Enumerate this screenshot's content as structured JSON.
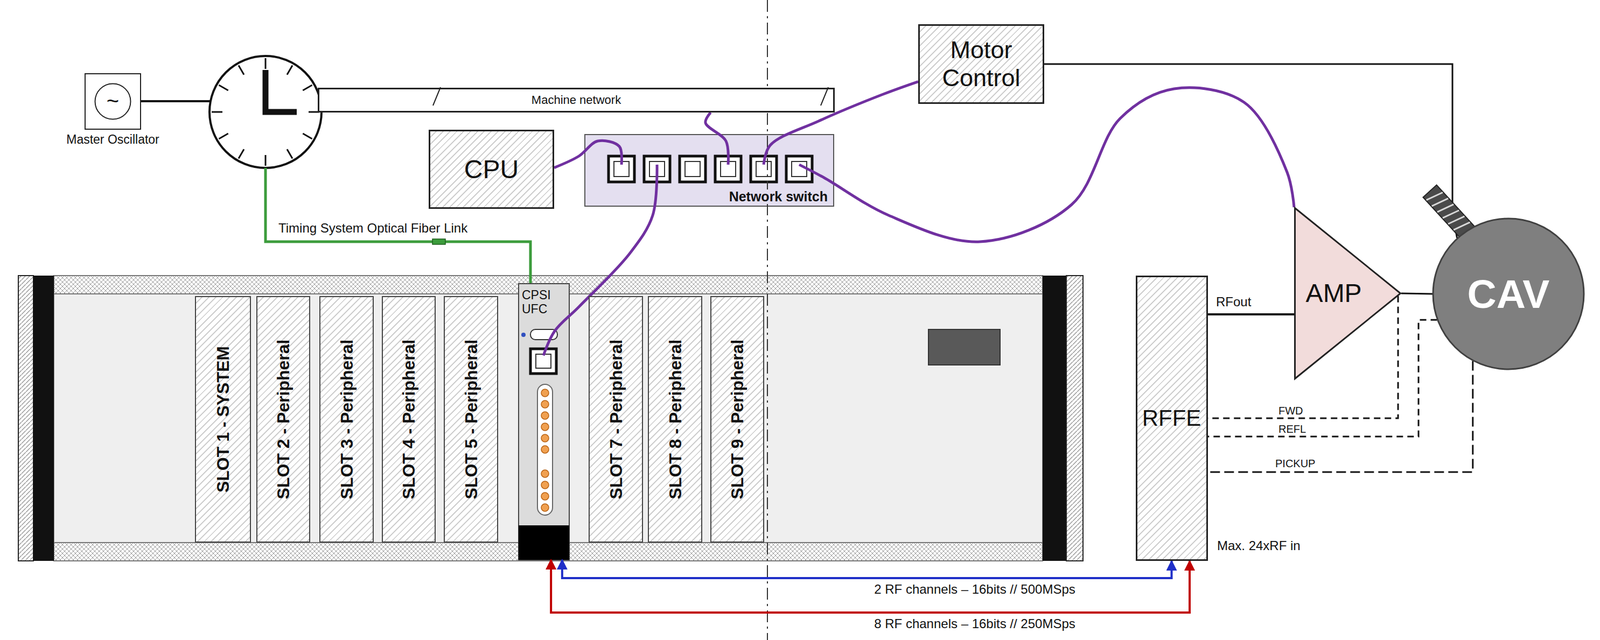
{
  "diagram": {
    "nodes": [
      {
        "text": [
          "~",
          "Master Oscillator"
        ]
      },
      {
        "text": [
          "Machine network"
        ]
      },
      {
        "text": [
          "CPU"
        ]
      },
      {
        "text": [
          "Network switch"
        ]
      },
      {
        "text": [
          "Motor Control"
        ]
      },
      {
        "text": [
          "SLOT 1 - SYSTEM"
        ]
      },
      {
        "text": [
          "SLOT 2 - Peripheral"
        ]
      },
      {
        "text": [
          "SLOT 3 - Peripheral"
        ]
      },
      {
        "text": [
          "SLOT 4 - Peripheral"
        ]
      },
      {
        "text": [
          "SLOT 5 - Peripheral"
        ]
      },
      {
        "text": [
          "CPSI UFC"
        ]
      },
      {
        "text": [
          "SLOT 7 - Peripheral"
        ]
      },
      {
        "text": [
          "SLOT 8 - Peripheral"
        ]
      },
      {
        "text": [
          "SLOT 9 - Peripheral"
        ]
      },
      {
        "text": [
          "RFFE"
        ]
      },
      {
        "text": [
          "AMP"
        ]
      },
      {
        "text": [
          "CAV"
        ]
      }
    ],
    "edges": [
      {
        "from": 1,
        "to": 3,
        "arrow": "none"
      },
      {
        "from": 2,
        "to": 3,
        "arrow": "none"
      },
      {
        "from": 3,
        "to": 4,
        "arrow": "none"
      },
      {
        "from": 3,
        "to": 15,
        "arrow": "none"
      },
      {
        "from": 3,
        "to": 10,
        "arrow": "none"
      },
      {
        "from": 4,
        "to": 16,
        "arrow": "none"
      },
      {
        "from": 14,
        "to": 15,
        "label": "RFout",
        "arrow": "none"
      },
      {
        "from": 15,
        "to": 16,
        "arrow": "none"
      },
      {
        "from": 15,
        "to": 14,
        "label": "FWD",
        "arrow": "none"
      },
      {
        "from": 16,
        "to": 14,
        "label": "REFL",
        "arrow": "none"
      },
      {
        "from": 16,
        "to": 14,
        "label": "PICKUP",
        "arrow": "none"
      },
      {
        "from": 10,
        "to": 14,
        "label": "2 RF channels – 16bits // 500MSps",
        "arrow": "both"
      },
      {
        "from": 10,
        "to": 14,
        "label": "8 RF channels – 16bits // 250MSps",
        "arrow": "both"
      }
    ],
    "labels": [
      "Timing System Optical Fiber Link",
      "Max. 24xRF in"
    ]
  }
}
